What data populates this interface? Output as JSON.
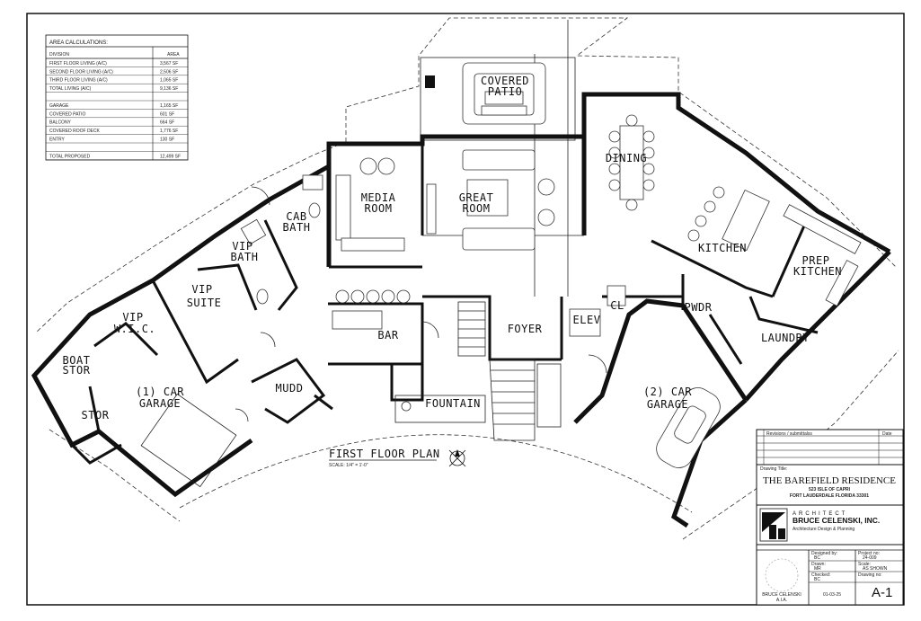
{
  "area_table": {
    "title": "AREA CALCULATIONS:",
    "headers": [
      "DIVISION",
      "AREA"
    ],
    "rows": [
      [
        "FIRST FLOOR LIVING (A/C)",
        "3,567 SF"
      ],
      [
        "SECOND FLOOR LIVING (A/C)",
        "2,506 SF"
      ],
      [
        "THIRD FLOOR LIVING (A/C)",
        "1,065 SF"
      ],
      [
        "TOTAL LIVING (A/C)",
        "9,136 SF"
      ],
      [
        "",
        ""
      ],
      [
        "GARAGE",
        "1,165 SF"
      ],
      [
        "COVERED PATIO",
        "601 SF"
      ],
      [
        "BALCONY",
        "664 SF"
      ],
      [
        "COVERED ROOF DECK",
        "1,776 SF"
      ],
      [
        "ENTRY",
        "130 SF"
      ],
      [
        "",
        ""
      ],
      [
        "TOTAL PROPOSED",
        "12,499 SF"
      ]
    ]
  },
  "rooms": {
    "covered_patio": [
      "COVERED",
      "PATIO"
    ],
    "dining": "DINING",
    "media_room": [
      "MEDIA",
      "ROOM"
    ],
    "great_room": [
      "GREAT",
      "ROOM"
    ],
    "cab_bath": [
      "CAB",
      "BATH"
    ],
    "vip_bath": [
      "VIP",
      "BATH"
    ],
    "vip_suite": [
      "VIP",
      "SUITE"
    ],
    "vip_wic": [
      "VIP",
      "W.I.C."
    ],
    "boat_stor": [
      "BOAT",
      "STOR"
    ],
    "stor": "STOR",
    "car_garage_1": [
      "(1) CAR",
      "GARAGE"
    ],
    "mudd": "MUDD",
    "bar": "BAR",
    "foyer": "FOYER",
    "elev": "ELEV",
    "cl": "CL",
    "pwdr": "PWDR",
    "kitchen": "KITCHEN",
    "prep_kitchen": [
      "PREP",
      "KITCHEN"
    ],
    "laundry": "LAUNDRY",
    "car_garage_2": [
      "(2) CAR",
      "GARAGE"
    ],
    "fountain": "FOUNTAIN"
  },
  "plan_title": {
    "title": "FIRST FLOOR PLAN",
    "scale": "SCALE: 1/4\" = 1'-0\""
  },
  "title_block": {
    "revisions_label": "Revisions / submittalss",
    "date_label": "Date",
    "drawing_title_label": "Drawing Title:",
    "residence": "THE BAREFIELD RESIDENCE",
    "address1": "523 ISLE OF CAPRI",
    "address2": "FORT LAUDERDALE FLORIDA 33301",
    "architect_label": "ARCHITECT",
    "firm": "BRUCE CELENSKI, INC.",
    "firm_sub": "Architecture  Design  &  Planning",
    "designed_label": "Designed by:",
    "designed_value": "BC",
    "project_label": "Project no:",
    "project_value": "24-009",
    "drawn_label": "Drawn:",
    "drawn_value": "MR",
    "scale_label": "Scale:",
    "scale_value": "AS SHOWN",
    "checked_label": "Checked:",
    "checked_value": "BC",
    "drawing_no_label": "Drawing no:",
    "sheet": "A-1",
    "signer": "BRUCE CELENSKI",
    "signer_title": "A.I.A.",
    "date_value": "01-03-25"
  }
}
